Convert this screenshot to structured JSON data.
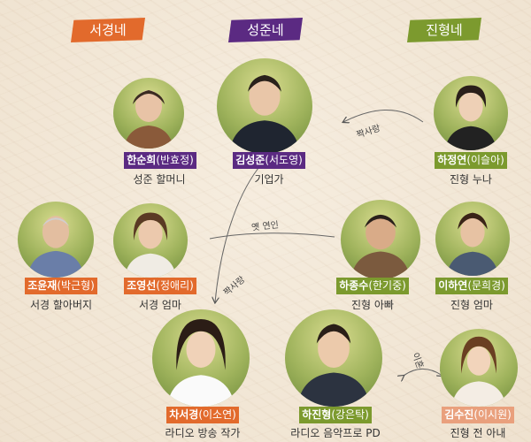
{
  "headers": [
    {
      "id": "seo",
      "label": "서경네",
      "color": "#e26a2c"
    },
    {
      "id": "sung",
      "label": "성준네",
      "color": "#5b2a82"
    },
    {
      "id": "jin",
      "label": "진형네",
      "color": "#7c9a2e"
    }
  ],
  "people": {
    "han_sunhee": {
      "name": "한순희",
      "actor": "(반효정)",
      "role": "성준 할머니"
    },
    "kim_seongjun": {
      "name": "김성준",
      "actor": "(서도영)",
      "role": "기업가"
    },
    "ha_jeongyeon": {
      "name": "하정연",
      "actor": "(이슬아)",
      "role": "진형 누나"
    },
    "jo_yunjae": {
      "name": "조윤재",
      "actor": "(박근형)",
      "role": "서경 할아버지"
    },
    "jo_yeongseon": {
      "name": "조영선",
      "actor": "(정애리)",
      "role": "서경 엄마"
    },
    "ha_jongsu": {
      "name": "하종수",
      "actor": "(한기중)",
      "role": "진형 아빠"
    },
    "lee_hayeon": {
      "name": "이하연",
      "actor": "(문희경)",
      "role": "진형 엄마"
    },
    "cha_seogyeong": {
      "name": "차서경",
      "actor": "(이소연)",
      "role": "라디오 방송 작가"
    },
    "ha_jinhyeong": {
      "name": "하진형",
      "actor": "(강은탁)",
      "role": "라디오 음악프로 PD"
    },
    "kim_sujin": {
      "name": "김수진",
      "actor": "(이시원)",
      "role": "진형 전 아내"
    }
  },
  "relations": {
    "crush_1": "짝사랑",
    "ex_lover": "옛 연인",
    "crush_2": "짝사랑",
    "divorce": "이혼"
  },
  "colors": {
    "orange": "#e26a2c",
    "purple": "#5b2a82",
    "green": "#7c9a2e",
    "peach": "#e9a07d"
  }
}
